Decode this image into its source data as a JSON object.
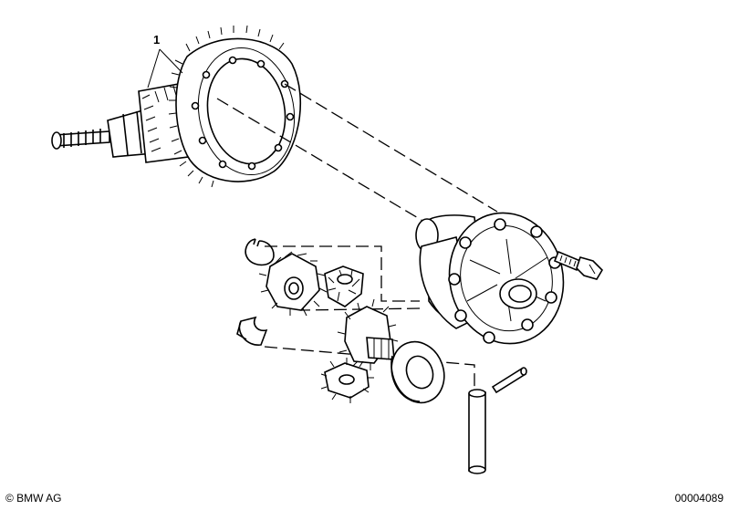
{
  "callouts": {
    "item_1": "1"
  },
  "footer": {
    "copyright": "© BMW AG",
    "image_number": "00004089"
  },
  "icons": [
    "crown-wheel-and-pinion",
    "differential-cage",
    "side-gear",
    "differential-pinion",
    "circlip",
    "thrust-washer",
    "shaft-pin",
    "roll-pin",
    "hex-bolt"
  ]
}
